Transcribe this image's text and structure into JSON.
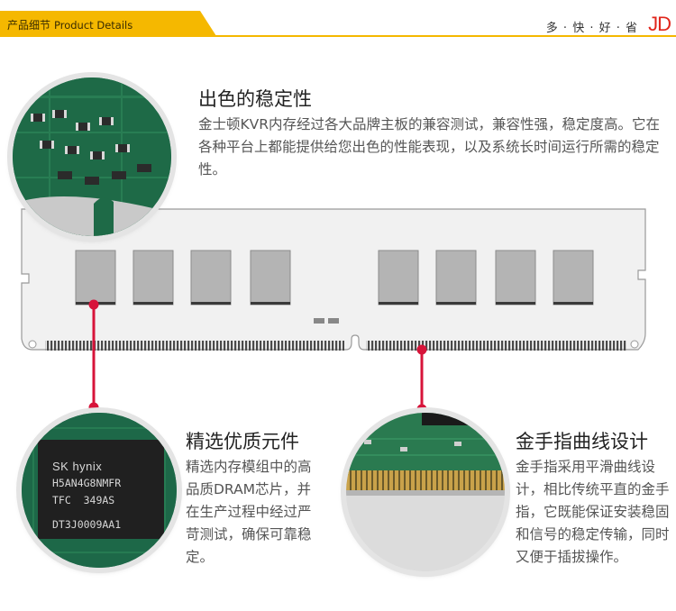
{
  "header": {
    "title_cn": "产品细节",
    "title_en": "Product Details",
    "slogan": "多 · 快 · 好 · 省",
    "brand": "JD"
  },
  "sections": {
    "stability": {
      "title": "出色的稳定性",
      "body": "金士顿KVR内存经过各大品牌主板的兼容测试，兼容性强，稳定度高。它在各种平台上都能提供给您出色的性能表现，以及系统长时间运行所需的稳定性。"
    },
    "components": {
      "title": "精选优质元件",
      "body": "精选内存模组中的高品质DRAM芯片，并在生产过程中经过严苛测试，确保可靠稳定。"
    },
    "gold_finger": {
      "title": "金手指曲线设计",
      "body": "金手指采用平滑曲线设计，相比传统平直的金手指，它既能保证安装稳固和信号的稳定传输，同时又便于插拔操作。"
    }
  },
  "chip": {
    "brand": "SK hynix",
    "line1": "H5AN4G8NMFR",
    "line2": "TFC  349AS",
    "line3": "DT3J0009AA1"
  },
  "colors": {
    "accent": "#f5b800",
    "brand_red": "#e1251b",
    "pointer": "#d7143a",
    "pcb_green": "#1f6b4a",
    "gold": "#c9a24a"
  }
}
